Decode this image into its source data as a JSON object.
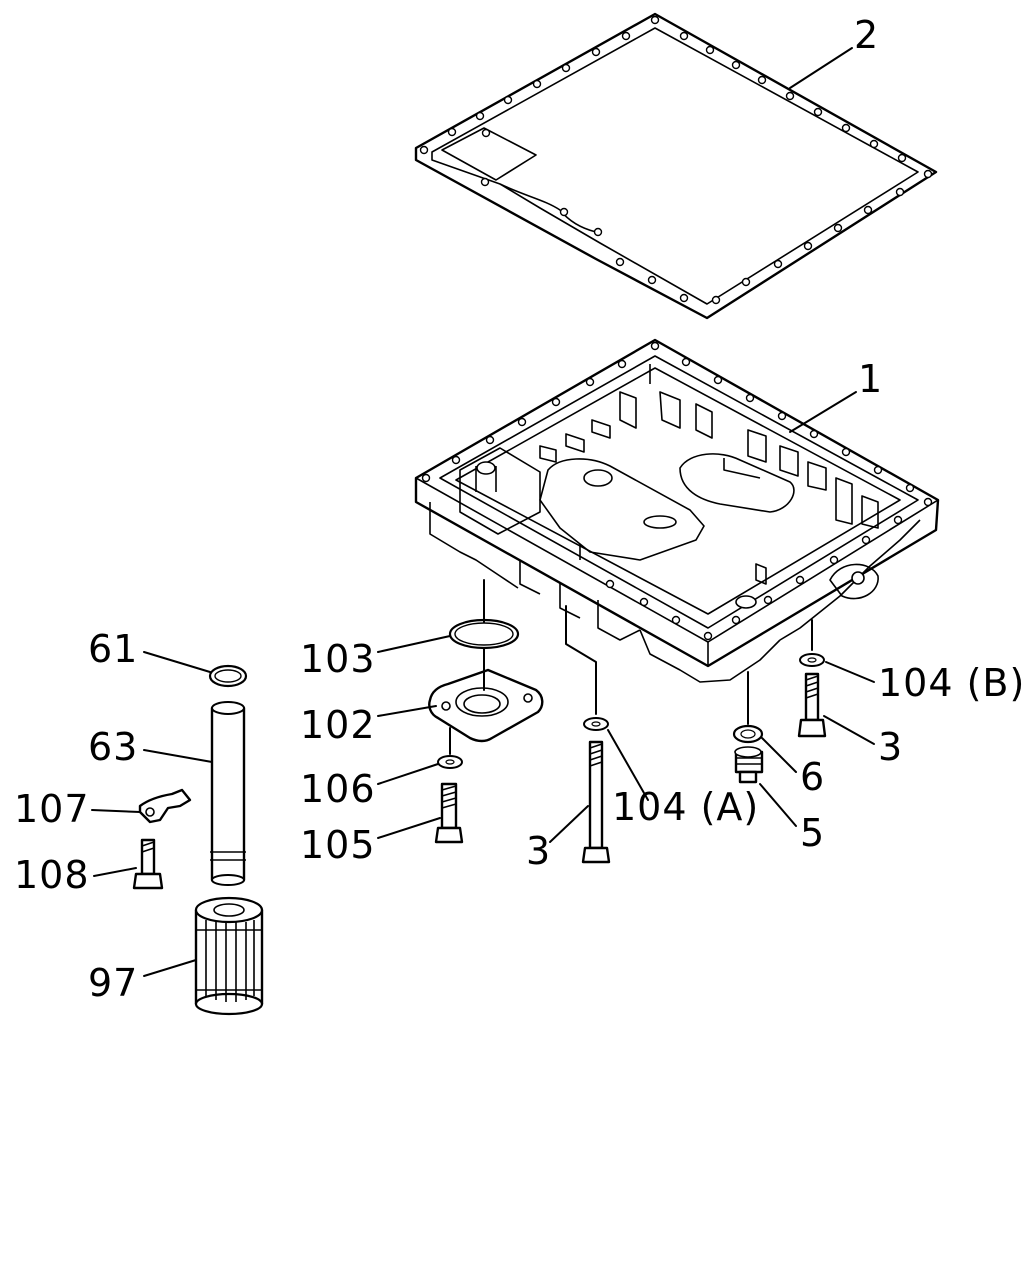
{
  "colors": {
    "ink": "#000000",
    "paper": "#ffffff"
  },
  "labels": {
    "p2": "2",
    "p1": "1",
    "p61": "61",
    "p103": "103",
    "p63": "63",
    "p102": "102",
    "p104b": "104 (B)",
    "p3a": "3",
    "p107": "107",
    "p106": "106",
    "p6": "6",
    "p104a": "104 (A)",
    "p5": "5",
    "p108": "108",
    "p105": "105",
    "p3b": "3",
    "p97": "97"
  }
}
